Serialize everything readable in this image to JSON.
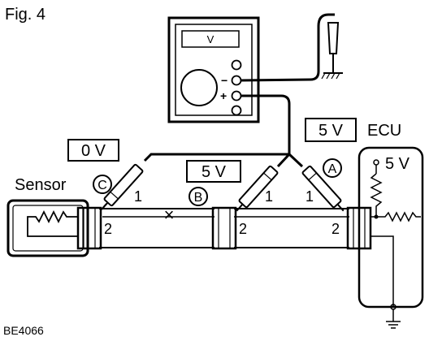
{
  "figure": {
    "label": "Fig. 4",
    "code": "BE4066"
  },
  "meter": {
    "display": "V",
    "minus_sign": "−",
    "plus_sign": "+"
  },
  "sensor": {
    "label": "Sensor",
    "pin_label": "2",
    "probe": {
      "letter": "C",
      "reading": "0 V",
      "wire_number": "1"
    }
  },
  "connector_b": {
    "pin_label": "2",
    "probe": {
      "letter": "B",
      "reading": "5 V",
      "wire_number": "1"
    }
  },
  "ecu": {
    "label": "ECU",
    "supply": "5 V",
    "pin_label": "2",
    "probe": {
      "letter": "A",
      "reading": "5 V",
      "wire_number": "1"
    }
  },
  "break_mark": "×"
}
